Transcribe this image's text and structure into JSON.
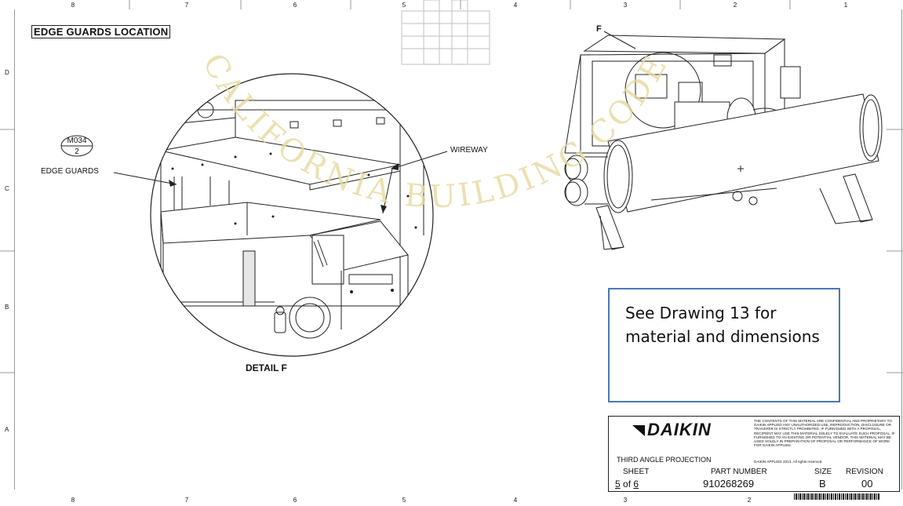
{
  "zones": {
    "columns": [
      "8",
      "7",
      "6",
      "5",
      "4",
      "3",
      "2",
      "1"
    ],
    "rows": [
      "D",
      "C",
      "B",
      "A"
    ]
  },
  "title": "EDGE GUARDS LOCATION",
  "watermark_text": "CALIFORNIA BUILDING CODE",
  "detail": {
    "label": "DETAIL F",
    "balloon_top": "M034",
    "balloon_bottom": "2",
    "callout_edge_guards": "EDGE GUARDS",
    "callout_wireway": "WIREWAY"
  },
  "view_marker": "F",
  "note": "See Drawing 13 for material and dimensions",
  "title_block": {
    "logo": "DAIKIN",
    "projection": "THIRD ANGLE PROJECTION",
    "legal": "THE CONTENTS OF THIS MATERIAL ARE CONFIDENTIAL AND PROPRIETARY TO DAIKIN APPLIED ANY UNAUTHORIZED USE, REPRODUCTION, DISCLOSURE OR TRANSFER IS STRICTLY PROHIBITED. IF FURNISHED WITH A PROPOSAL, RECIPIENT MAY USE THIS MATERIAL SOLELY TO EVALUATE SUCH PROPOSAL. IF FURNISHED TO AN EXISTING OR POTENTIAL VENDOR, THIS MATERIAL MAY BE USED SOLELY IN PREPARATION OF PROPOSAL OR PERFORMANCE OF WORK FOR DAIKIN APPLIED.",
    "copyright": "DAIKIN APPLIED 2013. All rights reserved.",
    "sheet_label": "SHEET",
    "sheet_num": "5",
    "sheet_of": "of",
    "sheet_total": "6",
    "part_label": "PART NUMBER",
    "part_number": "910268269",
    "size_label": "SIZE",
    "size": "B",
    "revision_label": "REVISION",
    "revision": "00"
  },
  "colors": {
    "watermark": "#e8d9a0",
    "note_border": "#4a78b5",
    "line": "#222222"
  }
}
